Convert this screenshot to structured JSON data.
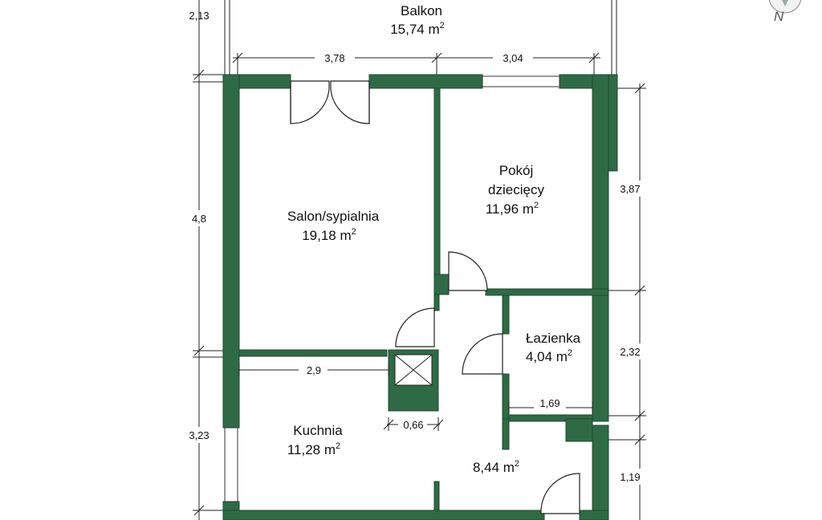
{
  "rooms": {
    "balkon": {
      "name": "Balkon",
      "area": "15,74 m",
      "unit_sup": "2"
    },
    "salon": {
      "name": "Salon/sypialnia",
      "area": "19,18 m",
      "unit_sup": "2"
    },
    "pokoj_line1": "Pokój",
    "pokoj_line2": "dziecięcy",
    "pokoj_area": "11,96 m",
    "pokoj_sup": "2",
    "lazienka": {
      "name": "Łazienka",
      "area": "4,04 m",
      "unit_sup": "2"
    },
    "kuchnia": {
      "name": "Kuchnia",
      "area": "11,28 m",
      "unit_sup": "2"
    },
    "hall": {
      "area": "8,44 m",
      "unit_sup": "2"
    }
  },
  "dimensions": {
    "balkon_depth": "2,13",
    "top_left": "3,78",
    "top_right": "3,04",
    "left_upper": "4,8",
    "left_lower": "3,23",
    "right_upper": "3,87",
    "right_middle": "2,32",
    "right_lower": "1,19",
    "kitchen_width": "2,9",
    "shaft_width": "0,66",
    "bath_width": "1,69"
  },
  "compass": {
    "label": "N"
  },
  "colors": {
    "wall": "#2e6b45"
  }
}
